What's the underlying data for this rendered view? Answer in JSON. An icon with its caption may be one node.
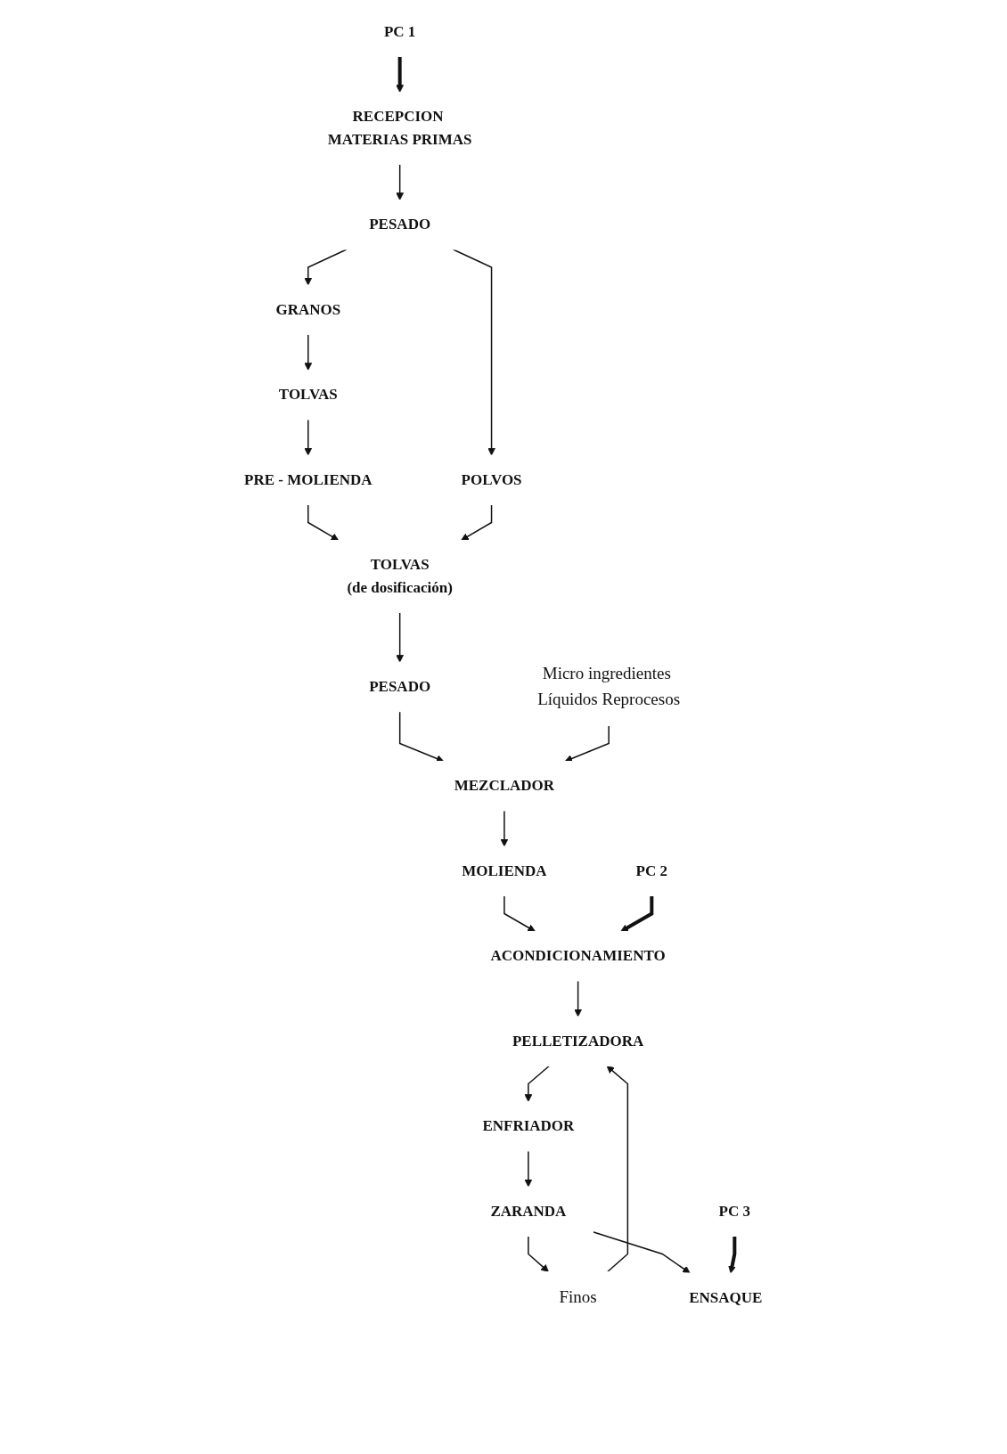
{
  "diagram": {
    "nodes": [
      {
        "text": [
          "RECEPCION MATERIAS PRIMAS"
        ]
      },
      {
        "text": [
          "PC  1"
        ]
      },
      {
        "text": [
          "PESADO"
        ]
      },
      {
        "text": [
          "GRANOS"
        ]
      },
      {
        "text": [
          "TOLVAS"
        ]
      },
      {
        "text": [
          "POLVOS"
        ]
      },
      {
        "text": [
          "PRE - MOLIENDA"
        ]
      },
      {
        "text": [
          "TOLVAS",
          "(de dosificación)"
        ]
      },
      {
        "text": [
          "PESADO"
        ]
      },
      {
        "text": [
          "Micro ingredientes Líquidos Reprocesos"
        ]
      },
      {
        "text": [
          "MEZCLADOR"
        ]
      },
      {
        "text": [
          "MOLIENDA"
        ]
      },
      {
        "text": [
          "ACONDICIONAMIENTO"
        ]
      },
      {
        "text": [
          "PC  2"
        ]
      },
      {
        "text": [
          "PELLETIZADORA"
        ]
      },
      {
        "text": [
          "ENFRIADOR"
        ]
      },
      {
        "text": [
          "ZARANDA"
        ]
      },
      {
        "text": [
          "Finos"
        ]
      },
      {
        "text": [
          "ENSAQUE"
        ]
      },
      {
        "text": [
          "PC  3"
        ]
      }
    ],
    "edges": [
      {
        "from": 1,
        "to": 0,
        "arrow": "to",
        "style": "thick"
      },
      {
        "from": 0,
        "to": 2,
        "arrow": "to"
      },
      {
        "from": 2,
        "to": 3,
        "arrow": "to"
      },
      {
        "from": 2,
        "to": 5,
        "arrow": "to"
      },
      {
        "from": 3,
        "to": 4,
        "arrow": "to"
      },
      {
        "from": 4,
        "to": 6,
        "arrow": "to"
      },
      {
        "from": 6,
        "to": 7,
        "arrow": "to"
      },
      {
        "from": 5,
        "to": 7,
        "arrow": "to"
      },
      {
        "from": 7,
        "to": 8,
        "arrow": "to"
      },
      {
        "from": 8,
        "to": 10,
        "arrow": "to"
      },
      {
        "from": 9,
        "to": 10,
        "arrow": "to"
      },
      {
        "from": 10,
        "to": 11,
        "arrow": "to"
      },
      {
        "from": 11,
        "to": 12,
        "arrow": "to"
      },
      {
        "from": 13,
        "to": 12,
        "arrow": "to",
        "style": "thick"
      },
      {
        "from": 12,
        "to": 14,
        "arrow": "to"
      },
      {
        "from": 14,
        "to": 15,
        "arrow": "to"
      },
      {
        "from": 15,
        "to": 16,
        "arrow": "to"
      },
      {
        "from": 16,
        "to": 17,
        "arrow": "to"
      },
      {
        "from": 17,
        "to": 14,
        "arrow": "to"
      },
      {
        "from": 16,
        "to": 18,
        "arrow": "to"
      },
      {
        "from": 19,
        "to": 18,
        "arrow": "to",
        "style": "thick"
      }
    ]
  }
}
